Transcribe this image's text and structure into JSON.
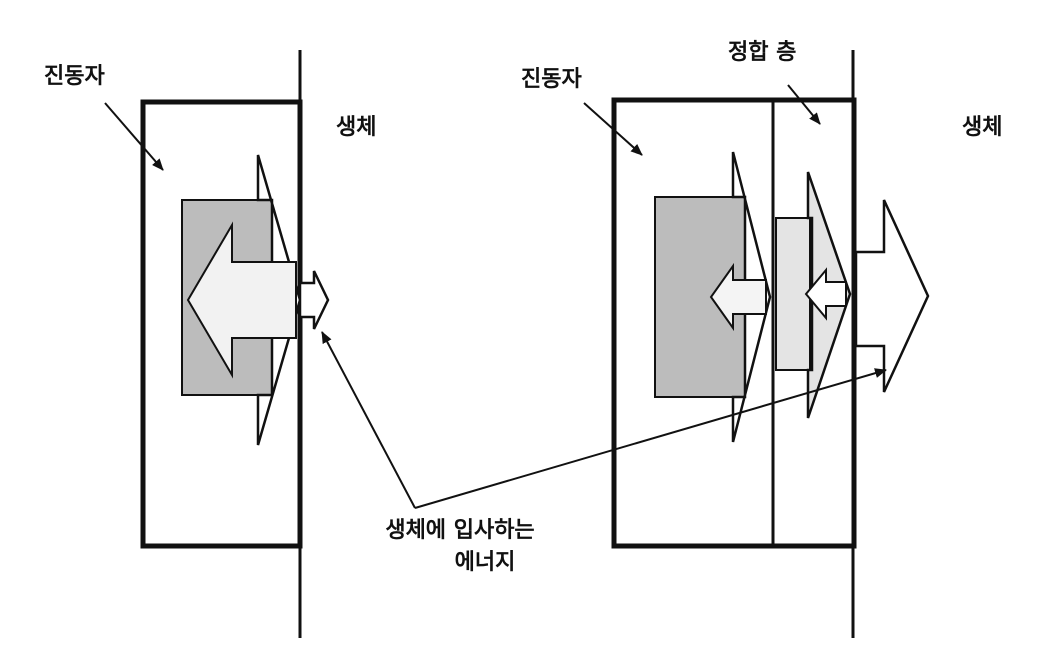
{
  "left_panel": {
    "vibrator_label": "진동자",
    "body_label": "생체"
  },
  "right_panel": {
    "vibrator_label": "진동자",
    "matching_layer_label": "정합 층",
    "body_label": "생체"
  },
  "energy_label": {
    "line1": "생체에 입사하는",
    "line2": "에너지"
  },
  "colors": {
    "line": "#111111",
    "dark_fill": "#bcbcbc",
    "mid_fill": "#e4e4e4",
    "light_fill": "#f7f7f7"
  }
}
